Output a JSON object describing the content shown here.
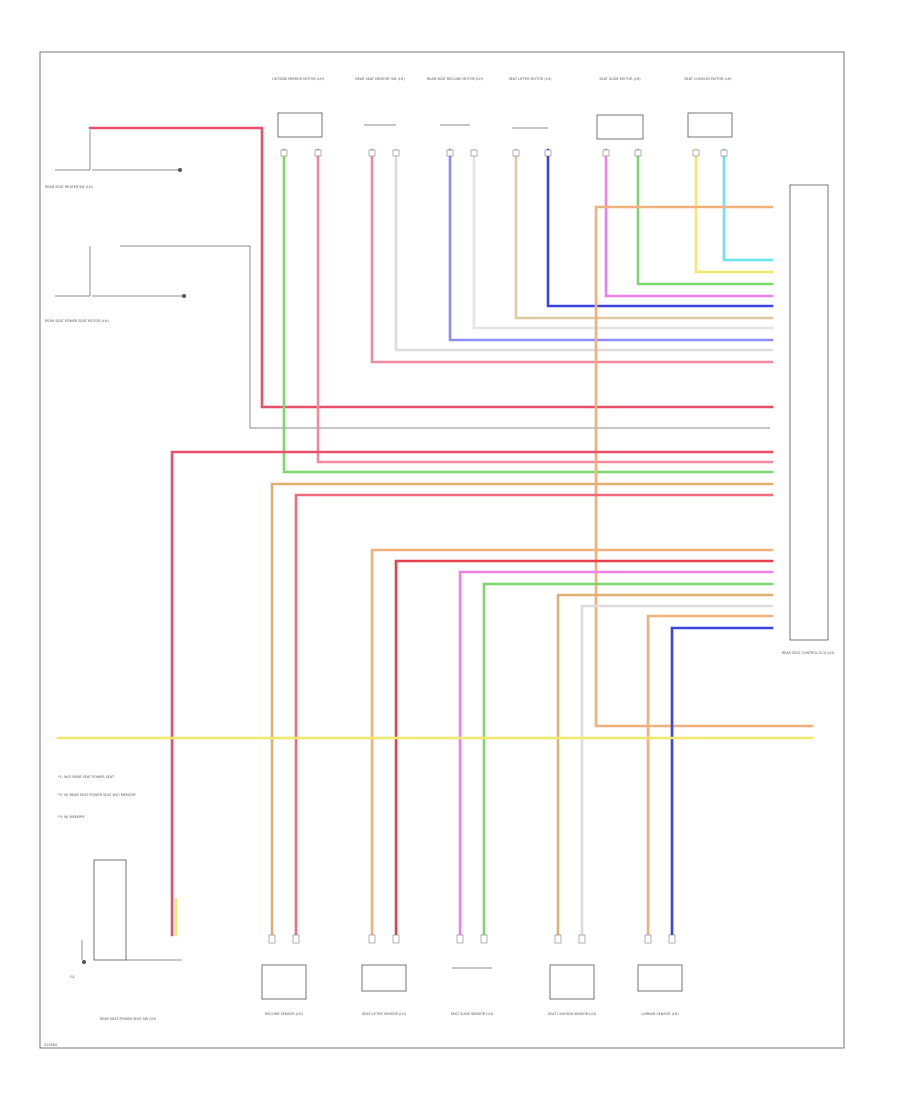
{
  "diagram": {
    "footer_code": "S13564",
    "legend": [
      "*1: W/O REAR SEAT POWER SEAT",
      "*2: W/ REAR SEAT POWER SEAT W/O MEMORY",
      "*3: W/ MEMORY"
    ],
    "top_modules": [
      "OUTSIDE MIRROR MOTOR (LH)",
      "REAR SEAT MEMORY SW (LH)",
      "REAR SEAT RECLINE MOTOR (LH)",
      "SEAT LIFTER MOTOR (LH)",
      "SEAT SLIDE MOTOR (LH)",
      "SEAT CUSHION MOTOR (LH)"
    ],
    "left_components": [
      "REAR SEAT HEATER SW (LH)",
      "REAR SEAT POWER SEAT MOTOR (LH)"
    ],
    "right_module": "REAR SEAT CONTROL ECU (LH)",
    "bottom_components": [
      "REAR SEAT POWER SEAT SW (LH)",
      "RECLINE SENSOR (LH)",
      "SEAT LIFTER SENSOR (LH)",
      "SEAT SLIDE SENSOR (LH)",
      "SEAT CUSHION SENSOR (LH)",
      "LUMBAR SENSOR (LH)"
    ],
    "ground_label": "G1"
  }
}
